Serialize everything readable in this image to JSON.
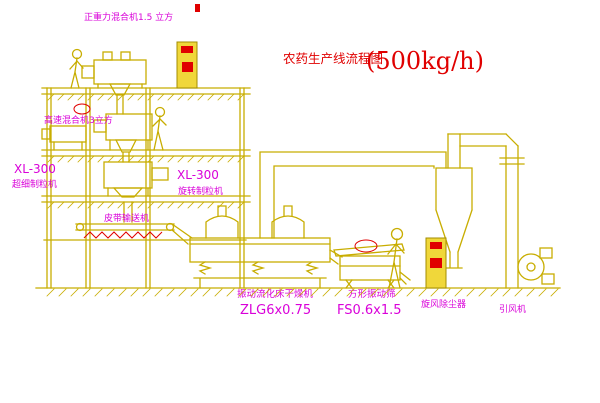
{
  "title": {
    "text": "农药生产线流程图",
    "capacity": "(500kg/h)"
  },
  "labels": {
    "top_mixer": "正重力混合机1.5 立方",
    "high_speed_mixer": "高速混合机3立方",
    "granulator_left_model": "XL-300",
    "granulator_left_name": "超细制粒机",
    "granulator_mid_model": "XL-300",
    "granulator_mid_name": "旋转制粒机",
    "belt_conveyor": "皮带输送机",
    "dryer_name": "振动流化床干燥机",
    "dryer_model": "ZLG6x0.75",
    "screen_name": "方形振动筛",
    "screen_model": "FS0.6x1.5",
    "cyclone_name": "旋风除尘器",
    "fan_name": "引风机"
  },
  "colors": {
    "line_yellow": "#c8ad00",
    "label_magenta": "#d900d9",
    "accent_red": "#e00000",
    "cabinet_fill": "#f0d73a",
    "background": "#ffffff"
  }
}
